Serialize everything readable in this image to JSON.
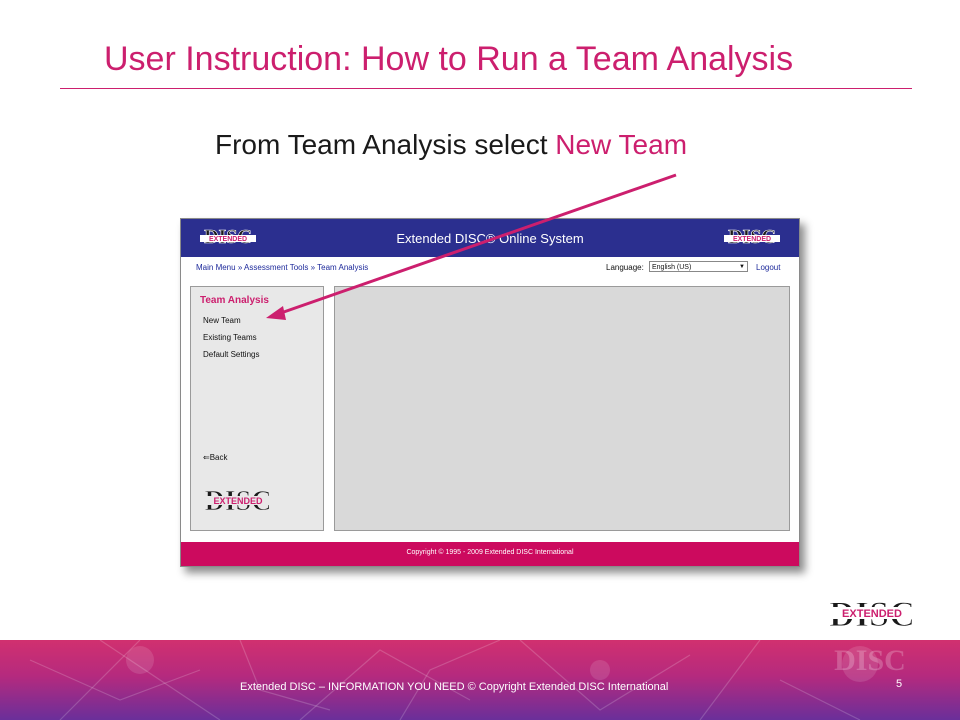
{
  "slide": {
    "title": "User Instruction: How to Run a Team Analysis",
    "subtitle_prefix": "From Team Analysis select ",
    "subtitle_highlight": "New Team"
  },
  "screenshot": {
    "app_title": "Extended DISC® Online System",
    "breadcrumb": [
      "Main Menu",
      "Assessment Tools",
      "Team Analysis"
    ],
    "breadcrumb_separator": "»",
    "language_label": "Language:",
    "language_value": "English (US)",
    "logout": "Logout",
    "sidebar": {
      "heading": "Team Analysis",
      "items": [
        "New Team",
        "Existing Teams",
        "Default Settings"
      ],
      "back": "⇐Back"
    },
    "copyright": "Copyright © 1995 - 2009 Extended DISC International"
  },
  "logo": {
    "top": "DISC",
    "band": "EXTENDED"
  },
  "footer": {
    "text": "Extended DISC – INFORMATION  YOU NEED  © Copyright Extended DISC International",
    "page_number": "5"
  },
  "colors": {
    "accent": "#cc1f6e",
    "header_blue": "#2b2f8f",
    "app_footer": "#cc0a5e",
    "link": "#1e2a9b"
  }
}
